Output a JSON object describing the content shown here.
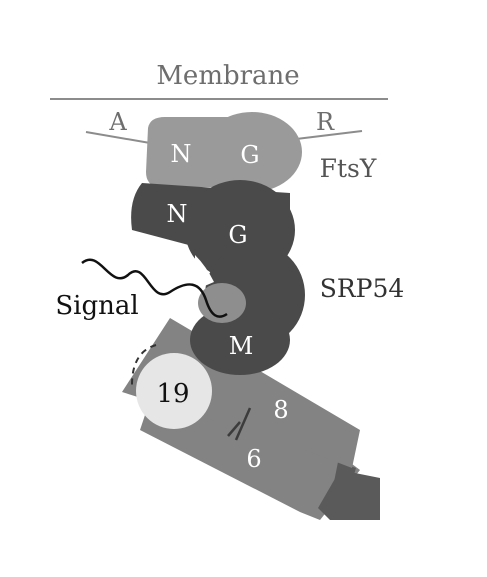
{
  "labels": {
    "membrane": "Membrane",
    "a": "A",
    "r": "R",
    "ftsy": "FtsY",
    "ftsy_n": "N",
    "ftsy_g": "G",
    "srp54_n": "N",
    "srp54_g": "G",
    "srp54": "SRP54",
    "signal": "Signal",
    "m": "M",
    "helix19": "19",
    "helix8": "8",
    "helix6": "6"
  },
  "colors": {
    "membrane_line": "#8c8c8c",
    "label_gray": "#6e6e6e",
    "ftsy_fill": "#9a9a9a",
    "srp54_fill": "#4a4a4a",
    "m_pocket": "#8e8e8e",
    "rna_fill": "#838383",
    "rna_dark": "#5a5a5a",
    "helix19_fill": "#e6e6e6",
    "white_text": "#ffffff",
    "black_text": "#111111"
  }
}
